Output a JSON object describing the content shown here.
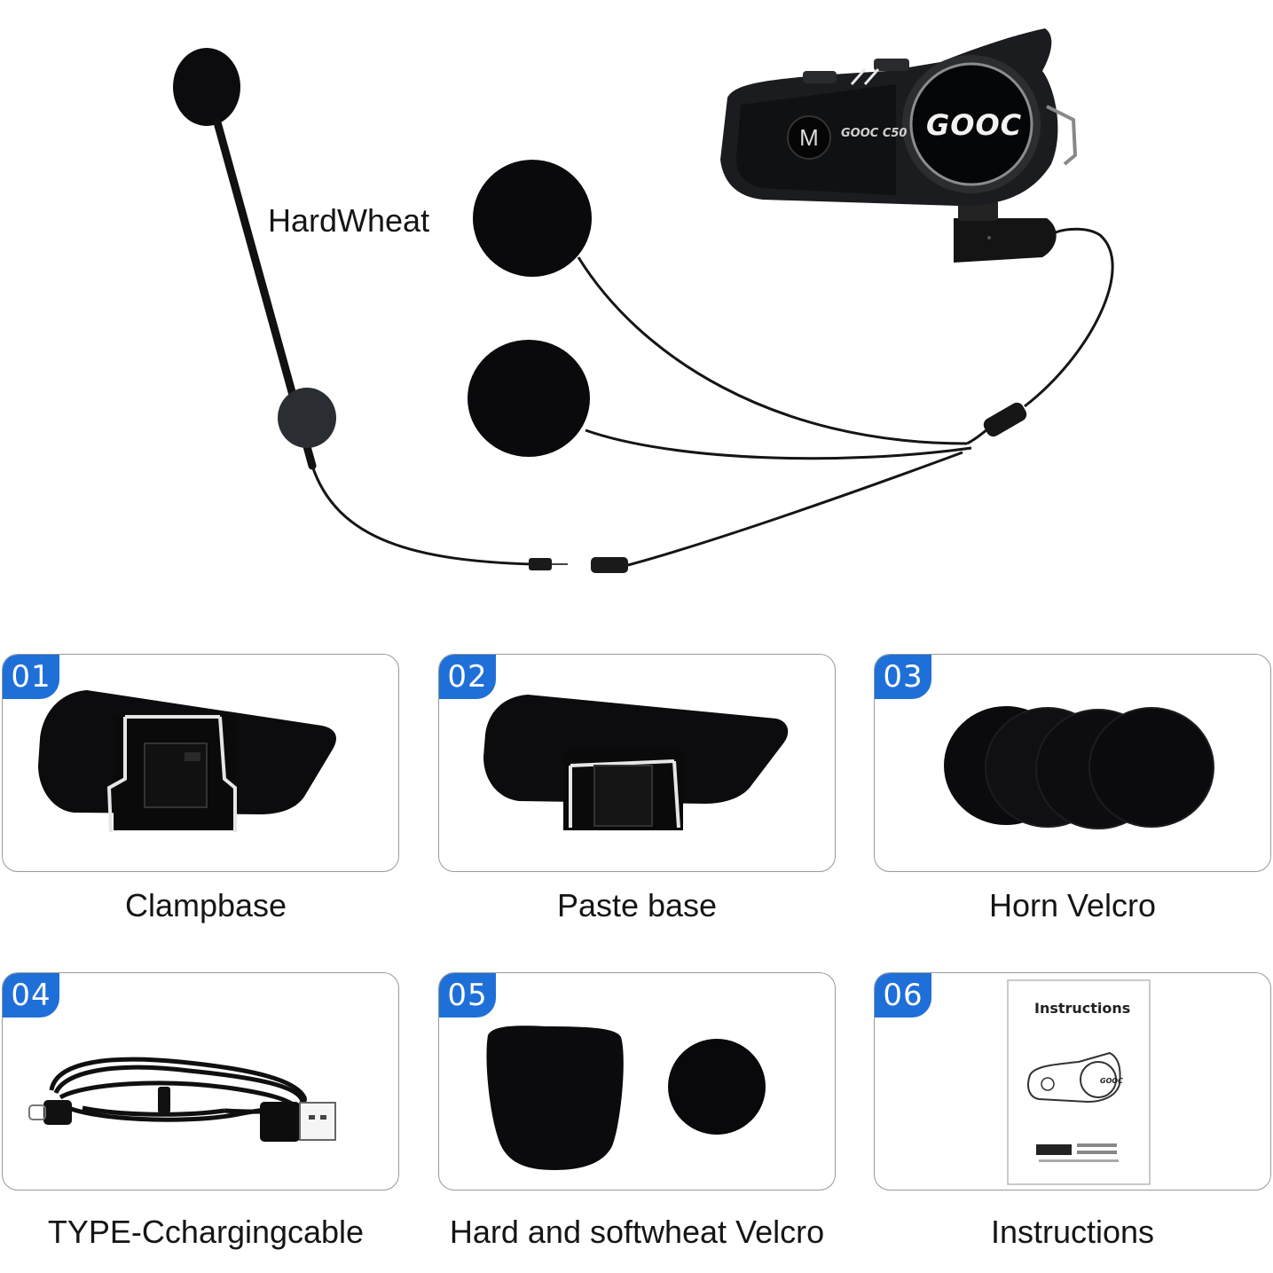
{
  "hero": {
    "label": "HardWheat",
    "device": {
      "button_label": "M",
      "model_text": "GOOC C50",
      "logo_text": "GOOC"
    }
  },
  "items": [
    {
      "number": "01",
      "caption": "Clampbase"
    },
    {
      "number": "02",
      "caption": "Paste base"
    },
    {
      "number": "03",
      "caption": "Horn Velcro"
    },
    {
      "number": "04",
      "caption": "TYPE-Cchargingcable"
    },
    {
      "number": "05",
      "caption": "Hard and softwheat Velcro"
    },
    {
      "number": "06",
      "caption": "Instructions"
    }
  ],
  "manual": {
    "title": "Instructions",
    "logo_text": "GOOC"
  },
  "colors": {
    "badge": "#1f6fd8",
    "border": "#9a9a9a",
    "foam": "#0a0a0c"
  }
}
